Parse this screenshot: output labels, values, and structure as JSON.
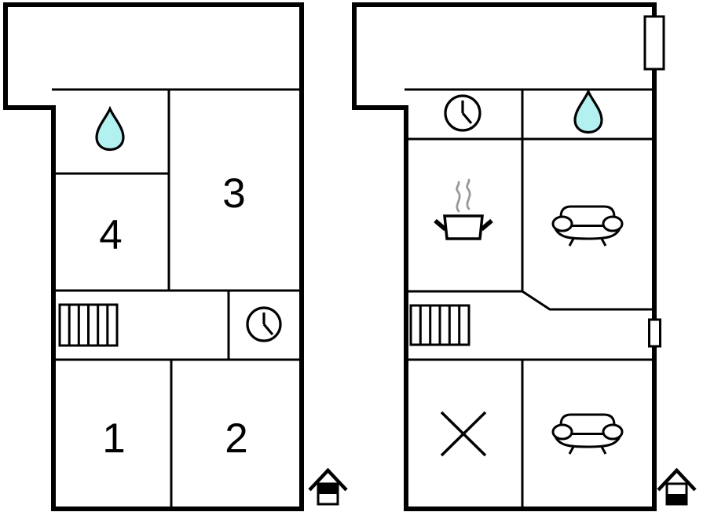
{
  "colors": {
    "wall": "#000000",
    "drop_fill": "#b3f0f0",
    "steam": "#999999",
    "background": "#ffffff"
  },
  "left_floor": {
    "room_labels": {
      "room1": "1",
      "room2": "2",
      "room3": "3",
      "room4": "4"
    },
    "icons": [
      "water-drop-icon",
      "clock-icon",
      "stairs-icon",
      "house-upper-floor-icon"
    ]
  },
  "right_floor": {
    "icons": [
      "clock-icon",
      "water-drop-icon",
      "kitchen-pot-icon",
      "sofa-icon",
      "stairs-icon",
      "cross-icon",
      "window-icon",
      "house-ground-floor-icon"
    ]
  }
}
